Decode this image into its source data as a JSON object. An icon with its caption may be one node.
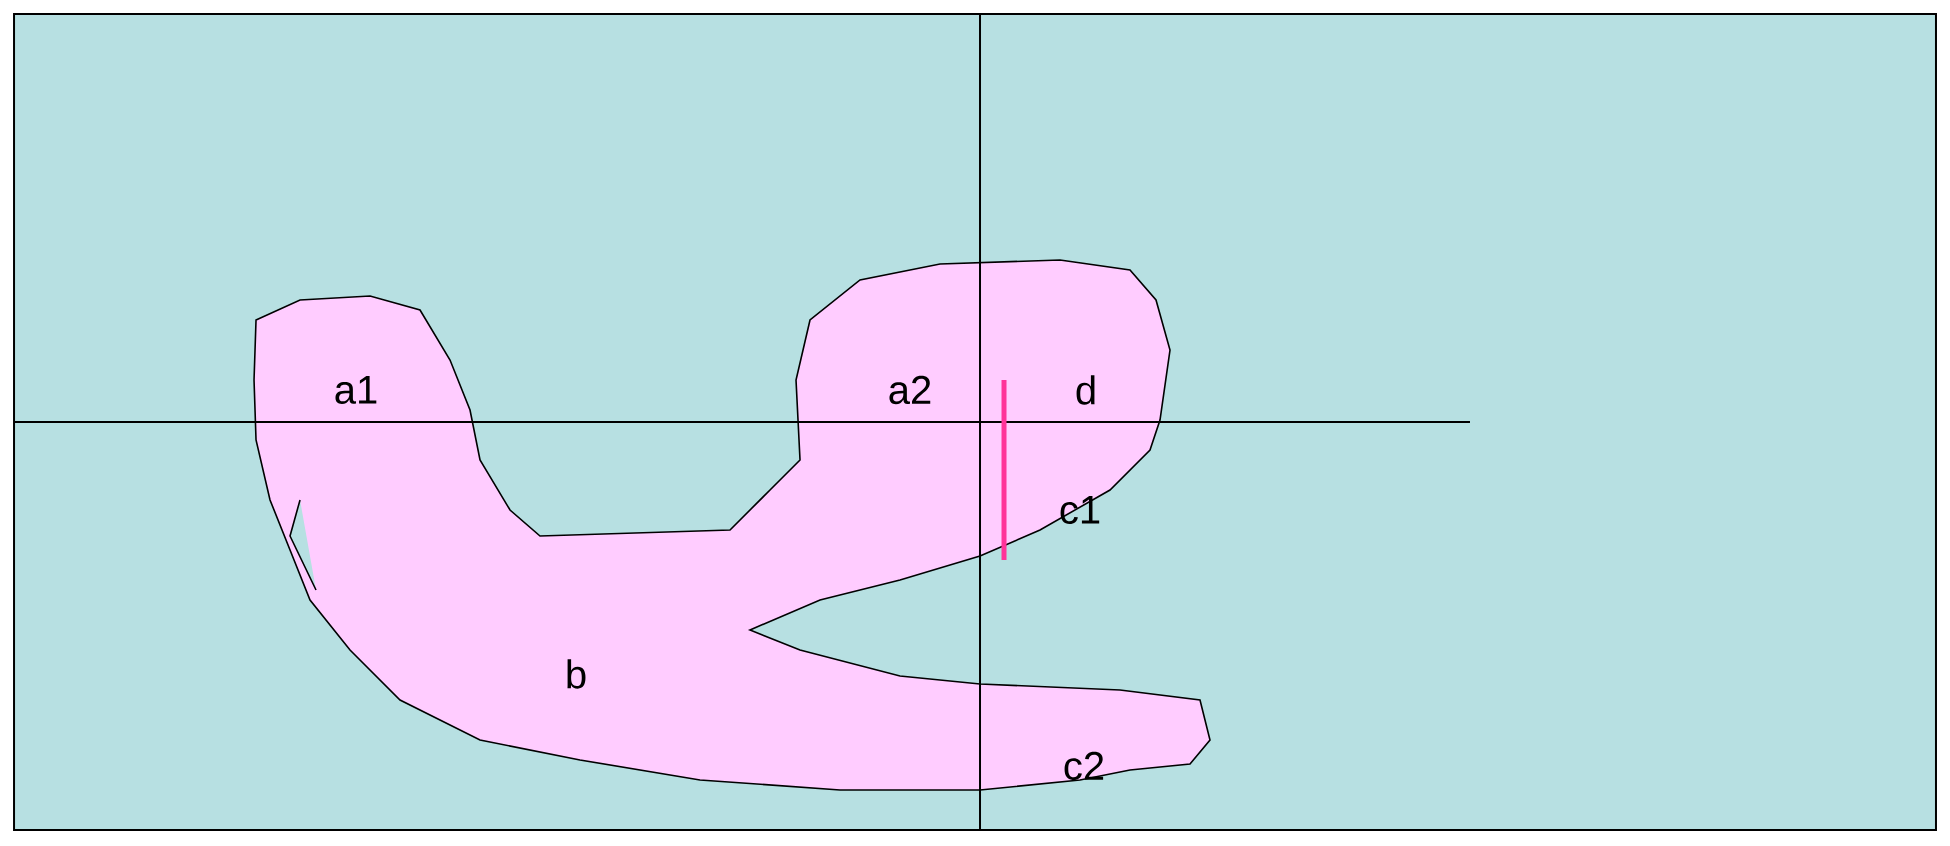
{
  "diagram": {
    "labels": [
      "a1",
      "a2",
      "d",
      "c1",
      "b",
      "c2"
    ]
  }
}
